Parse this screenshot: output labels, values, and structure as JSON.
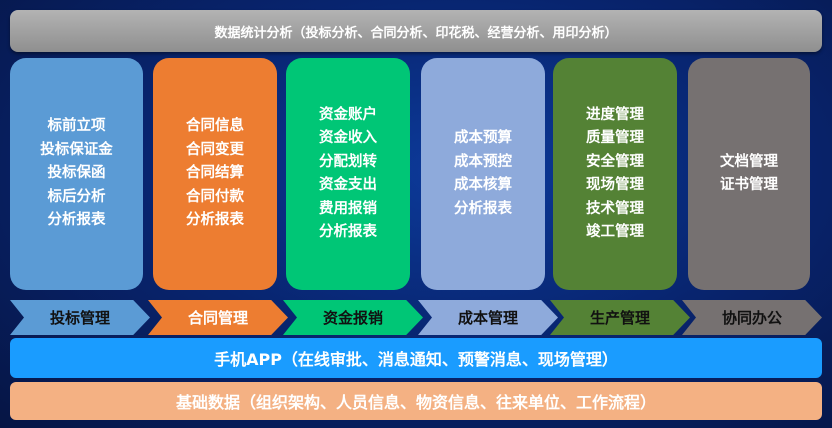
{
  "top_bar": "数据统计分析（投标分析、合同分析、印花税、经营分析、用印分析）",
  "columns": [
    {
      "items": [
        "标前立项",
        "投标保证金",
        "投标保函",
        "标后分析",
        "分析报表"
      ],
      "label": "投标管理",
      "color": "#5b9bd5",
      "label_text": "#111111"
    },
    {
      "items": [
        "合同信息",
        "合同变更",
        "合同结算",
        "合同付款",
        "分析报表"
      ],
      "label": "合同管理",
      "color": "#ed7d31",
      "label_text": "#ffffff"
    },
    {
      "items": [
        "资金账户",
        "资金收入",
        "分配划转",
        "资金支出",
        "费用报销",
        "分析报表"
      ],
      "label": "资金报销",
      "color": "#00c676",
      "label_text": "#111111"
    },
    {
      "items": [
        "成本预算",
        "成本预控",
        "成本核算",
        "分析报表"
      ],
      "label": "成本管理",
      "color": "#8eaadb",
      "label_text": "#111111"
    },
    {
      "items": [
        "进度管理",
        "质量管理",
        "安全管理",
        "现场管理",
        "技术管理",
        "竣工管理"
      ],
      "label": "生产管理",
      "color": "#548235",
      "label_text": "#111111"
    },
    {
      "items": [
        "文档管理",
        "证书管理"
      ],
      "label": "协同办公",
      "color": "#767171",
      "label_text": "#111111"
    }
  ],
  "app_bar": "手机APP（在线审批、消息通知、预警消息、现场管理）",
  "base_bar": "基础数据（组织架构、人员信息、物资信息、往来单位、工作流程）"
}
